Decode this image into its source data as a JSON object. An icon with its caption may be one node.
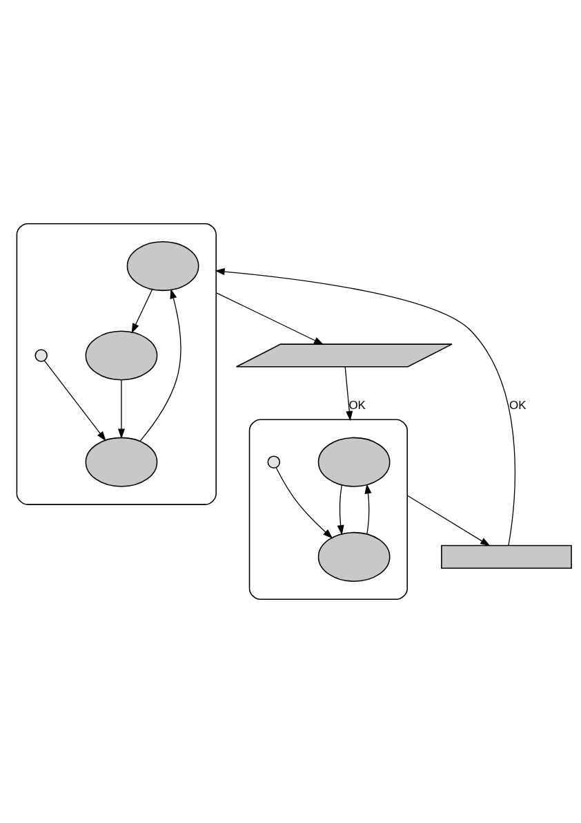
{
  "diagram": {
    "nodes": [
      {
        "text": [],
        "shape": "ellipse"
      },
      {
        "text": [],
        "shape": "ellipse",
        "in": 0
      },
      {
        "text": [],
        "shape": "ellipse",
        "in": 0
      },
      {
        "text": [],
        "shape": "circle",
        "in": 0
      },
      {
        "text": [],
        "shape": "ellipse",
        "in": 0
      },
      {
        "text": [],
        "shape": "parallelogram"
      },
      {
        "text": [],
        "shape": "ellipse"
      },
      {
        "text": [],
        "shape": "ellipse",
        "in": 6
      },
      {
        "text": [],
        "shape": "circle",
        "in": 6
      },
      {
        "text": [],
        "shape": "ellipse",
        "in": 6
      },
      {
        "text": [],
        "shape": "box"
      }
    ],
    "edges": [
      {
        "from": 2,
        "to": 1,
        "arrow": "to"
      },
      {
        "from": 1,
        "to": 4,
        "arrow": "to"
      },
      {
        "from": 4,
        "to": 2,
        "arrow": "to"
      },
      {
        "from": 3,
        "to": 2,
        "arrow": "to"
      },
      {
        "from": 0,
        "to": 5,
        "arrow": "to"
      },
      {
        "from": 5,
        "to": 6,
        "arrow": "to",
        "label": "OK"
      },
      {
        "from": 7,
        "to": 9,
        "arrow": "to"
      },
      {
        "from": 9,
        "to": 7,
        "arrow": "to"
      },
      {
        "from": 8,
        "to": 9,
        "arrow": "to"
      },
      {
        "from": 6,
        "to": 10,
        "arrow": "to"
      },
      {
        "from": 10,
        "to": 0,
        "arrow": "to",
        "label": "OK"
      }
    ]
  }
}
